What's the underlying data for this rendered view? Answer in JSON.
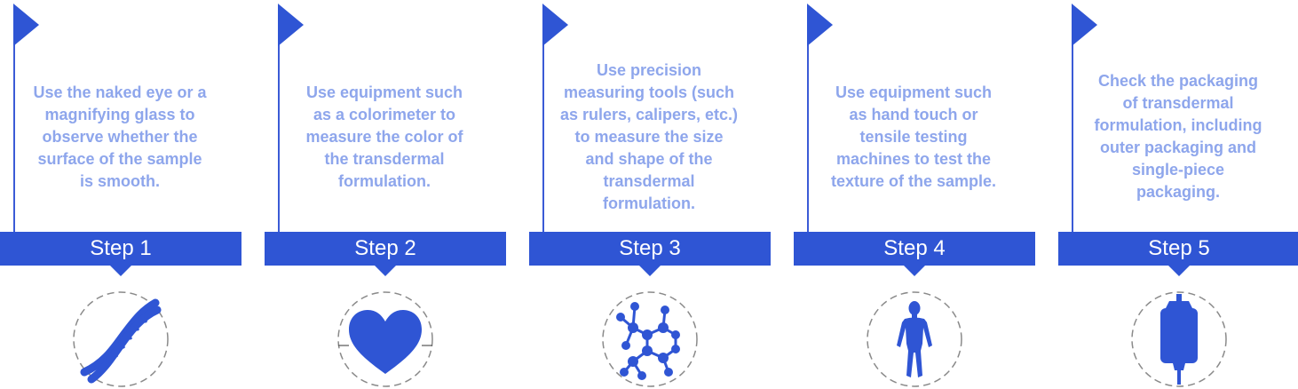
{
  "accent_color": "#2f55d4",
  "text_color": "#8ea6ec",
  "steps": [
    {
      "label": "Step 1",
      "description": "Use the naked eye or a\nmagnifying glass  to\nobserve whether the\nsurface of the sample\nis smooth.",
      "icon": "dna-icon"
    },
    {
      "label": "Step 2",
      "description": "Use equipment such\nas a colorimeter to\nmeasure the color of\nthe transdermal\nformulation.",
      "icon": "heart-icon"
    },
    {
      "label": "Step 3",
      "description": "Use precision\nmeasuring tools (such\nas rulers, calipers, etc.)\nto measure the size\nand shape of the\ntransdermal\nformulation.",
      "icon": "molecule-icon"
    },
    {
      "label": "Step 4",
      "description": "Use equipment such\nas hand touch or\ntensile testing\nmachines to test the\ntexture of the sample.",
      "icon": "human-body-icon"
    },
    {
      "label": "Step 5",
      "description": "Check the packaging\nof transdermal\nformulation, including\nouter packaging and\nsingle-piece\npackaging.",
      "icon": "iv-bag-icon"
    }
  ]
}
